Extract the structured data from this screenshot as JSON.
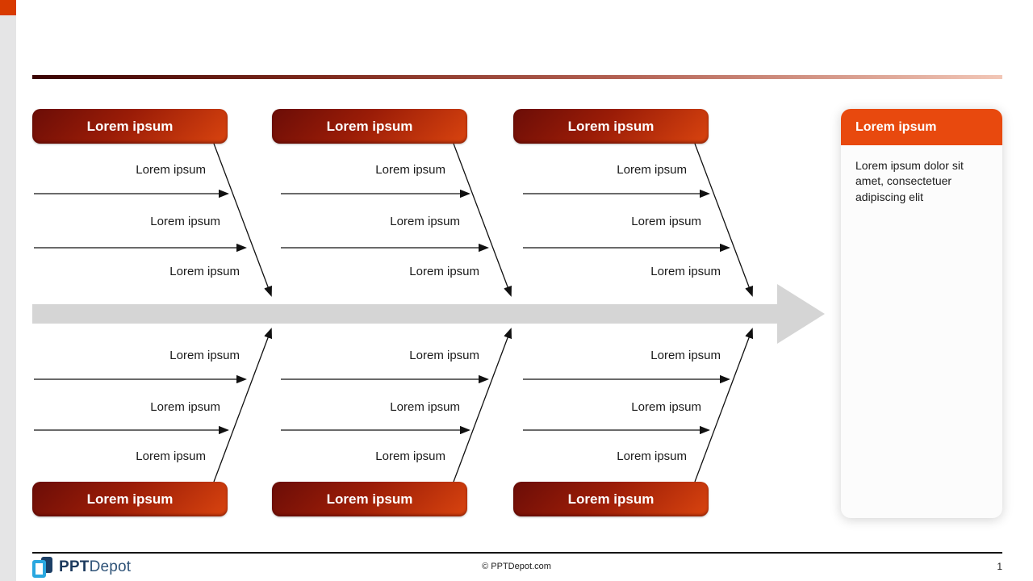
{
  "diagram": {
    "type": "fishbone",
    "sections": [
      {
        "position": "top-1",
        "title": "Lorem ipsum",
        "branches": [
          "Lorem ipsum",
          "Lorem ipsum",
          "Lorem ipsum"
        ]
      },
      {
        "position": "top-2",
        "title": "Lorem ipsum",
        "branches": [
          "Lorem ipsum",
          "Lorem ipsum",
          "Lorem ipsum"
        ]
      },
      {
        "position": "top-3",
        "title": "Lorem ipsum",
        "branches": [
          "Lorem ipsum",
          "Lorem ipsum",
          "Lorem ipsum"
        ]
      },
      {
        "position": "bottom-1",
        "title": "Lorem ipsum",
        "branches": [
          "Lorem ipsum",
          "Lorem ipsum",
          "Lorem ipsum"
        ]
      },
      {
        "position": "bottom-2",
        "title": "Lorem ipsum",
        "branches": [
          "Lorem ipsum",
          "Lorem ipsum",
          "Lorem ipsum"
        ]
      },
      {
        "position": "bottom-3",
        "title": "Lorem ipsum",
        "branches": [
          "Lorem ipsum",
          "Lorem ipsum",
          "Lorem ipsum"
        ]
      }
    ]
  },
  "panel": {
    "title": "Lorem ipsum",
    "body": "Lorem ipsum dolor sit amet, consectetuer adipiscing elit"
  },
  "footer": {
    "brand_bold": "PPT",
    "brand_light": "Depot",
    "center_text": "© PPTDepot.com",
    "page_number": "1"
  },
  "colors": {
    "accent_orange": "#E8490E",
    "corner_square": "#D83A00",
    "box_gradient_dark": "#6B0D07",
    "box_gradient_bright": "#D9440F",
    "spine_gray": "#D5D5D5",
    "rule_gradient_start": "#3A0302",
    "rule_gradient_end": "#F2C7B7",
    "logo_cyan": "#2AA7DF",
    "logo_navy": "#1C3F66"
  }
}
